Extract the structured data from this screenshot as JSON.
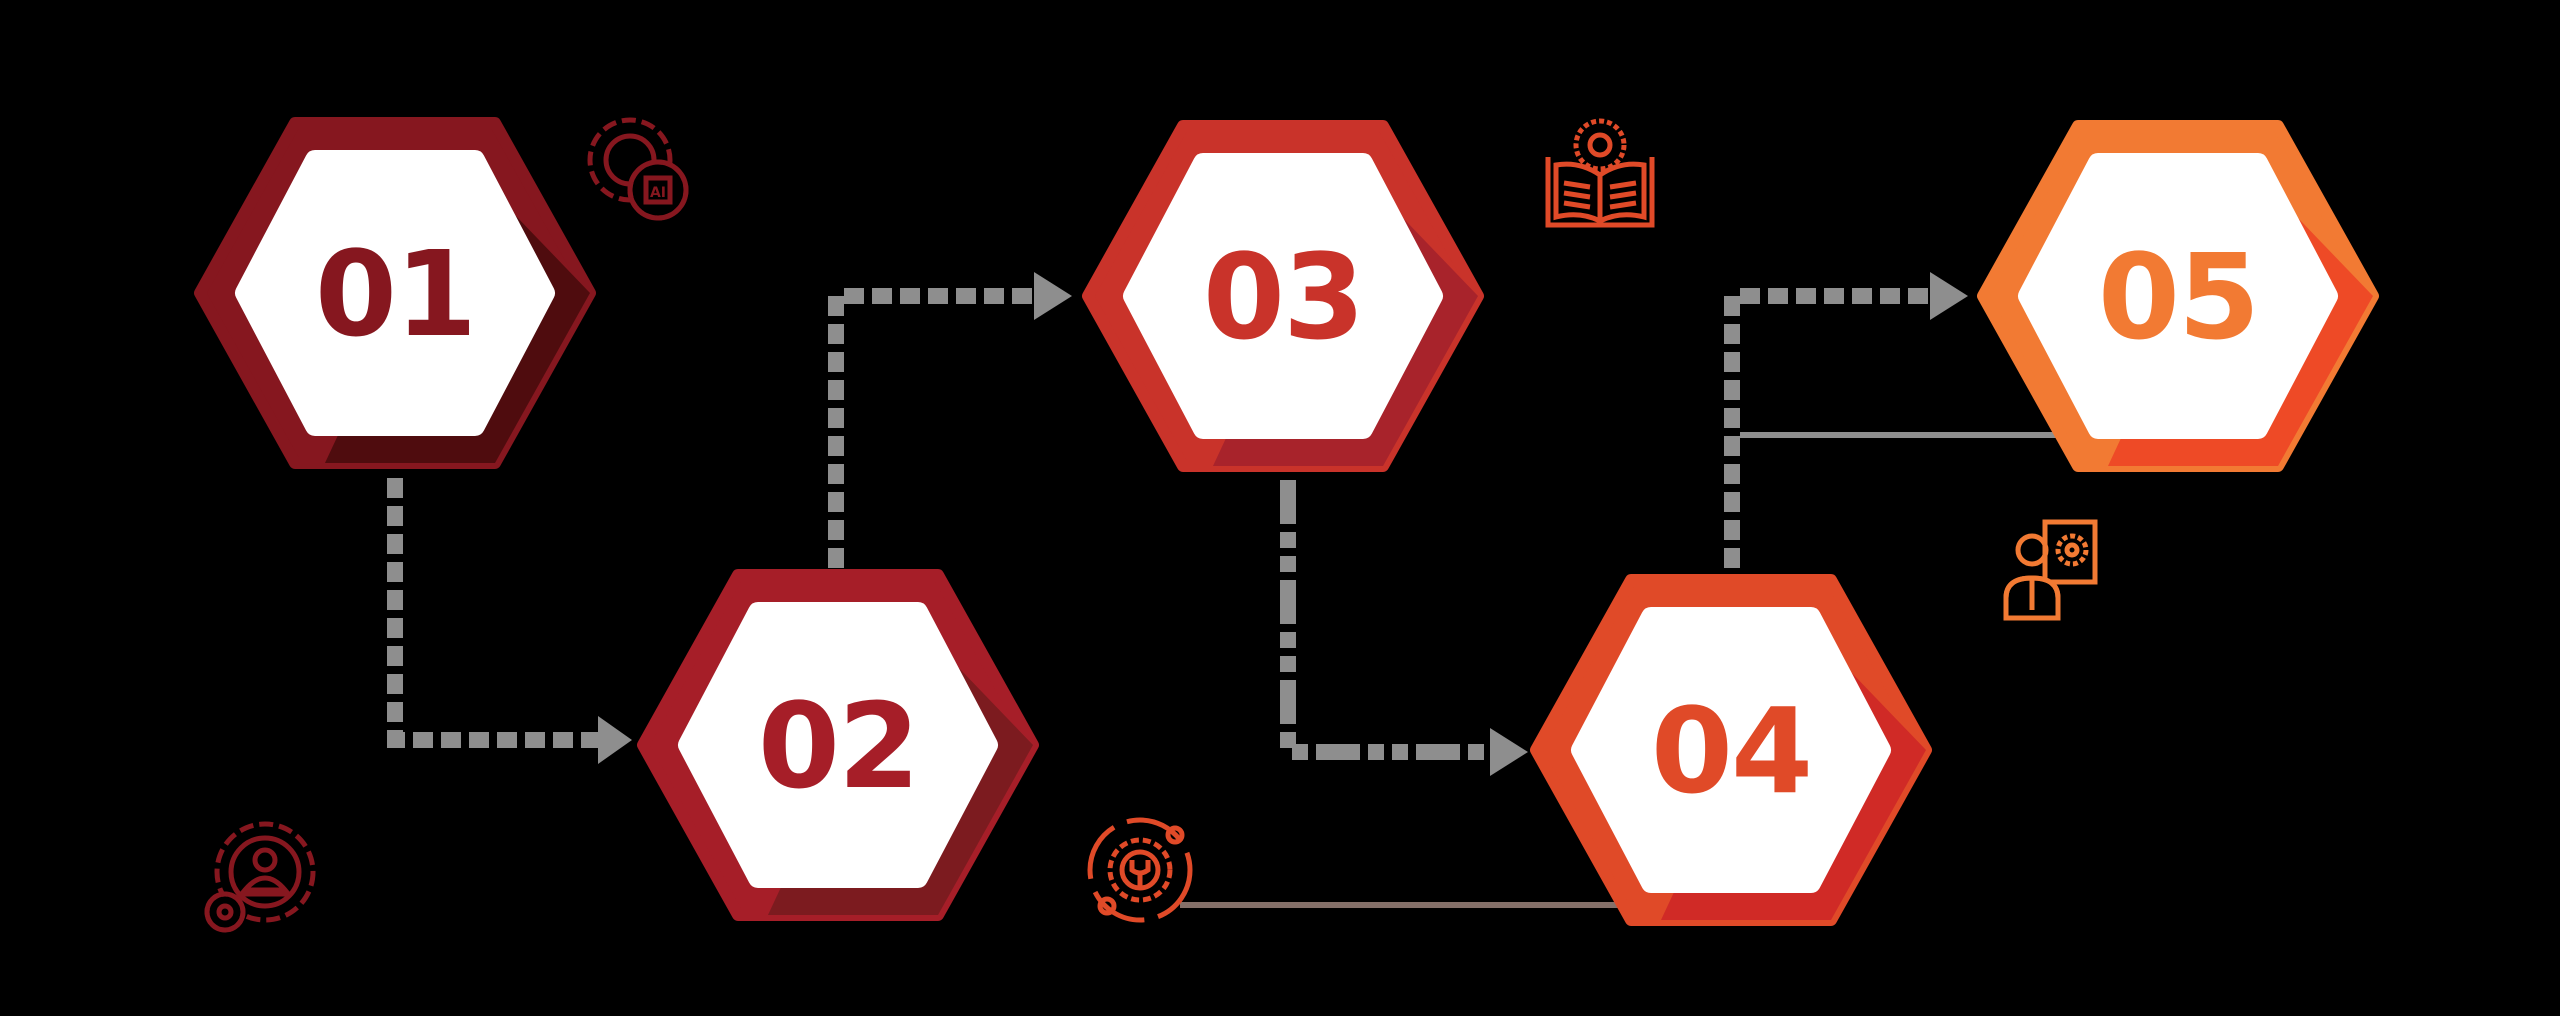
{
  "diagram": {
    "type": "5-step hexagon process flow",
    "background": "#000000",
    "connector_color": "#8e8e8e",
    "steps": [
      {
        "label": "01",
        "color": "#86171f",
        "shadow": "#4f0c0e",
        "icon": "gear-ai-chip-icon",
        "icon_color": "#86171f"
      },
      {
        "label": "02",
        "color": "#a61e28",
        "shadow": "#7c1b1f",
        "icon": "gear-person-icon",
        "icon_color": "#86171f"
      },
      {
        "label": "03",
        "color": "#c9332a",
        "shadow": "#a8232b",
        "icon": "book-brain-icon",
        "icon_color": "#e04a28"
      },
      {
        "label": "04",
        "color": "#e04a28",
        "shadow": "#d02a26",
        "icon": "gear-wrench-orbit-icon",
        "icon_color": "#e04a28"
      },
      {
        "label": "05",
        "color": "#f27a33",
        "shadow": "#ee4a26",
        "icon": "presenter-gear-board-icon",
        "icon_color": "#f27a33"
      }
    ],
    "connections": [
      {
        "from": "01",
        "to": "02",
        "style": "dotted-arrow"
      },
      {
        "from": "02",
        "to": "03",
        "style": "dotted-arrow"
      },
      {
        "from": "03",
        "to": "04",
        "style": "dotted-arrow"
      },
      {
        "from": "04",
        "to": "05",
        "style": "dotted-arrow"
      }
    ]
  }
}
